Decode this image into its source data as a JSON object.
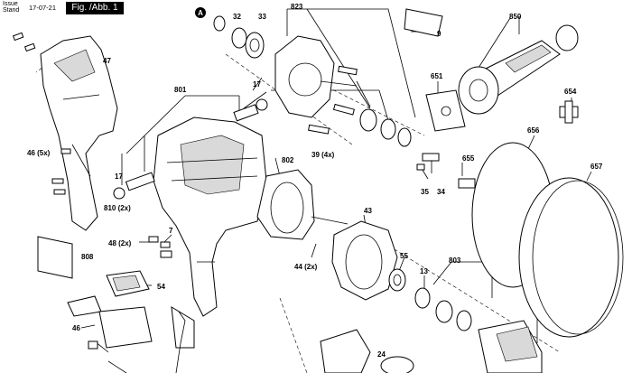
{
  "header": {
    "issue_label_line1": "Issue",
    "issue_label_line2": "Stand",
    "date": "17-07-21",
    "figure": "Fig. /Abb. 1"
  },
  "callout_marker": "A",
  "part_numbers": {
    "p32": "32",
    "p33": "33",
    "p823": "823",
    "p9": "9",
    "p850": "850",
    "p47": "47",
    "p801": "801",
    "p17a": "17",
    "p651": "651",
    "p654": "654",
    "p46_5x": "46 (5x)",
    "p17b": "17",
    "p802": "802",
    "p39_4x": "39 (4x)",
    "p656": "656",
    "p655": "655",
    "p35": "35",
    "p34": "34",
    "p657": "657",
    "p810_2x": "810 (2x)",
    "p43": "43",
    "p48_2x": "48 (2x)",
    "p7": "7",
    "p808": "808",
    "p44_2x": "44 (2x)",
    "p55": "55",
    "p13": "13",
    "p803": "803",
    "p54": "54",
    "p46": "46",
    "p24": "24"
  }
}
